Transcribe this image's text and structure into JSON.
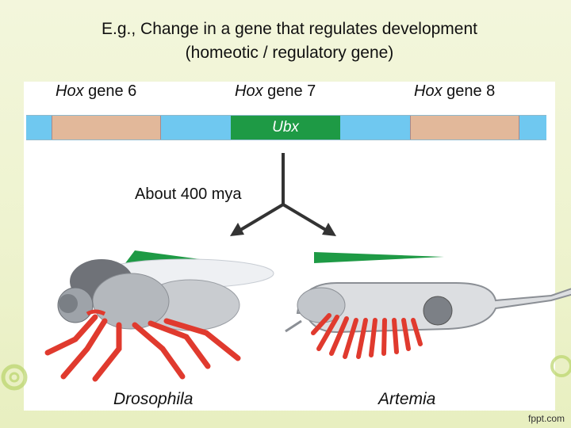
{
  "title": {
    "line1": "E.g., Change in a gene that regulates development",
    "line2": "(homeotic / regulatory gene)"
  },
  "genes": [
    {
      "italic": "Hox",
      "rest": " gene 6"
    },
    {
      "italic": "Hox",
      "rest": " gene 7"
    },
    {
      "italic": "Hox",
      "rest": " gene 8"
    }
  ],
  "ubx_label": "Ubx",
  "timeline_label": "About 400 mya",
  "species": {
    "left": "Drosophila",
    "right": "Artemia"
  },
  "footer": "fppt.com",
  "colors": {
    "track_blue": "#6fc8f0",
    "gene_tan": "#e2b89a",
    "ubx_green": "#1e9a45",
    "leg_red": "#e03a2e"
  }
}
